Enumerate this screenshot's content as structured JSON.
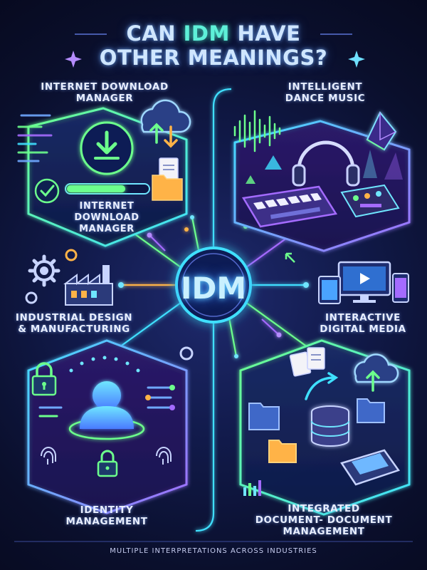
{
  "title": {
    "line1_pre": "CAN ",
    "line1_highlight": "IDM",
    "line1_post": " HAVE",
    "line2": "OTHER MEANINGS?"
  },
  "center": {
    "label": "IDM"
  },
  "meanings": {
    "internet_download_manager": {
      "heading": [
        "INTERNET DOWNLOAD",
        "MANAGER"
      ],
      "inner_label": [
        "INTERNET",
        "DOWNLOAD",
        "MANAGER"
      ]
    },
    "intelligent_dance_music": {
      "heading": [
        "INTELLIGENT",
        "DANCE MUSIC"
      ]
    },
    "industrial_design": {
      "heading": [
        "INDUSTRIAL DESIGN",
        "& MANUFACTURING"
      ]
    },
    "interactive_digital_media": {
      "heading": [
        "INTERACTIVE",
        "DIGITAL MEDIA"
      ]
    },
    "identity_management": {
      "heading": [
        "IDENTITY",
        "MANAGEMENT"
      ]
    },
    "integrated_document": {
      "heading": [
        "INTEGRATED",
        "DOCUMENT- DOCUMENT",
        "MANAGEMENT"
      ]
    }
  },
  "footer": {
    "text": "MULTIPLE INTERPRETATIONS ACROSS INDUSTRIES"
  },
  "colors": {
    "background": "#0a0f2c",
    "cyan": "#3fe0ff",
    "teal": "#5ef0d8",
    "purple": "#a46bff",
    "green": "#6cff8c",
    "orange": "#ffb347"
  }
}
